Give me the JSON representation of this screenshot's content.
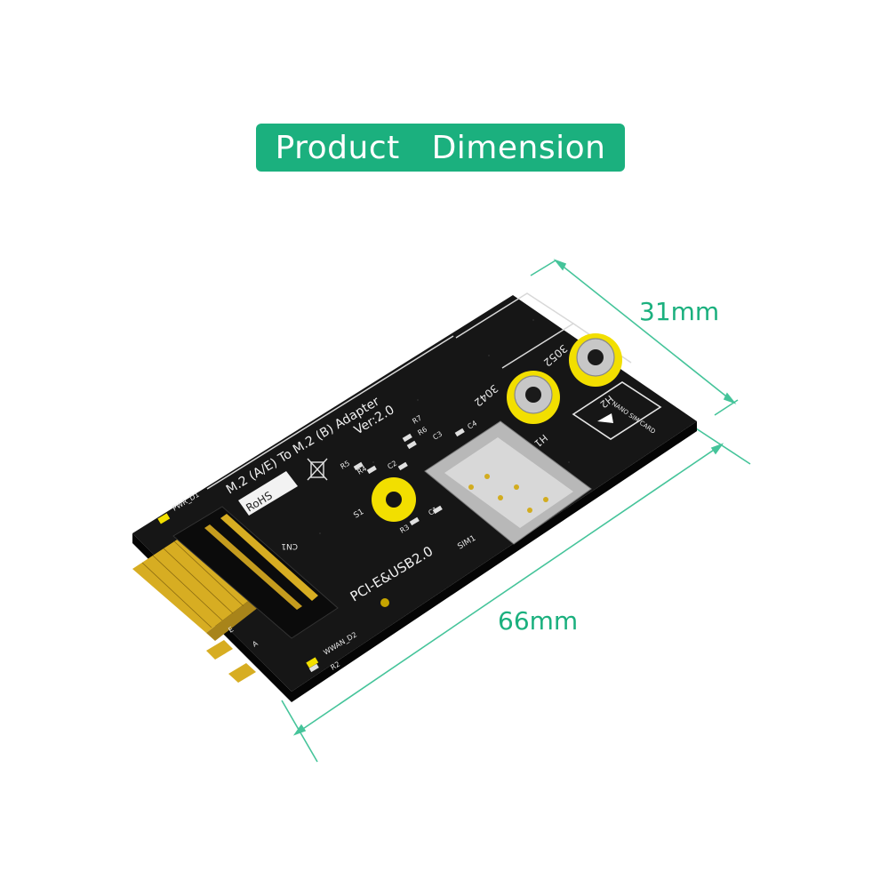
{
  "title": "Product   Dimension",
  "dimensions": {
    "width": "31mm",
    "length": "66mm"
  },
  "board": {
    "name_line1": "M.2 (A/E) To M.2 (B) Adapter",
    "name_line2": "Ver:2.0",
    "interface": "PCI-E&USB2.0",
    "rohs": "RoHS",
    "sim_label": "NANO SIM CARD",
    "silk": {
      "cn1": "CN1",
      "s1": "S1",
      "sim1": "SIM1",
      "h1": "H1",
      "h2": "H2",
      "size_3042": "3042",
      "size_3052": "3052",
      "pwr": "PWR_D1",
      "wwan": "WWAN_D2",
      "r2": "R2",
      "r3": "R3",
      "r4": "R4",
      "r5": "R5",
      "r6": "R6",
      "r7": "R7",
      "c1": "C1",
      "c2": "C2",
      "c3": "C3",
      "c4": "C4",
      "key_e": "E",
      "key_a": "A"
    }
  },
  "colors": {
    "accent": "#1bb07e",
    "dim_line": "#45c49a",
    "pcb": "#141414",
    "gold": "#e0b62a",
    "silk": "#e8e8e8",
    "yellow_pad": "#f2df00"
  }
}
